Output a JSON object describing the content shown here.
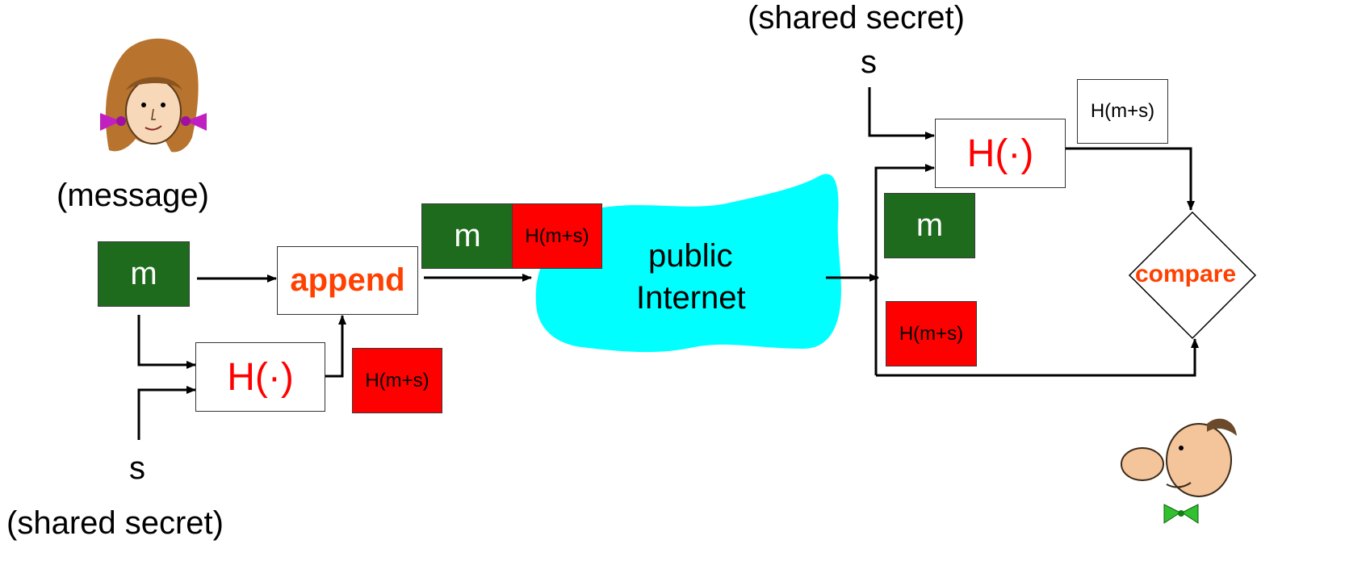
{
  "sender": {
    "message_label": "(message)",
    "m": "m",
    "append": "append",
    "hash_fn": "H(·)",
    "hash_value": "H(m+s)",
    "secret_symbol": "s",
    "secret_label": "(shared secret)"
  },
  "transit": {
    "m": "m",
    "hash_value": "H(m+s)",
    "cloud_line1": "public",
    "cloud_line2": "Internet",
    "cloud_color": "#00ffff"
  },
  "receiver": {
    "secret_label": "(shared secret)",
    "secret_symbol": "s",
    "hash_fn": "H(·)",
    "computed_hash": "H(m+s)",
    "m": "m",
    "received_hash": "H(m+s)",
    "compare": "compare"
  },
  "colors": {
    "message_box": "#1e6b1e",
    "hash_box": "#ff0000",
    "hash_fn_text": "#ff0000",
    "action_text": "#ff4000"
  },
  "icons": {
    "sender": "sender-woman-clipart-icon",
    "receiver": "receiver-man-clipart-icon"
  }
}
